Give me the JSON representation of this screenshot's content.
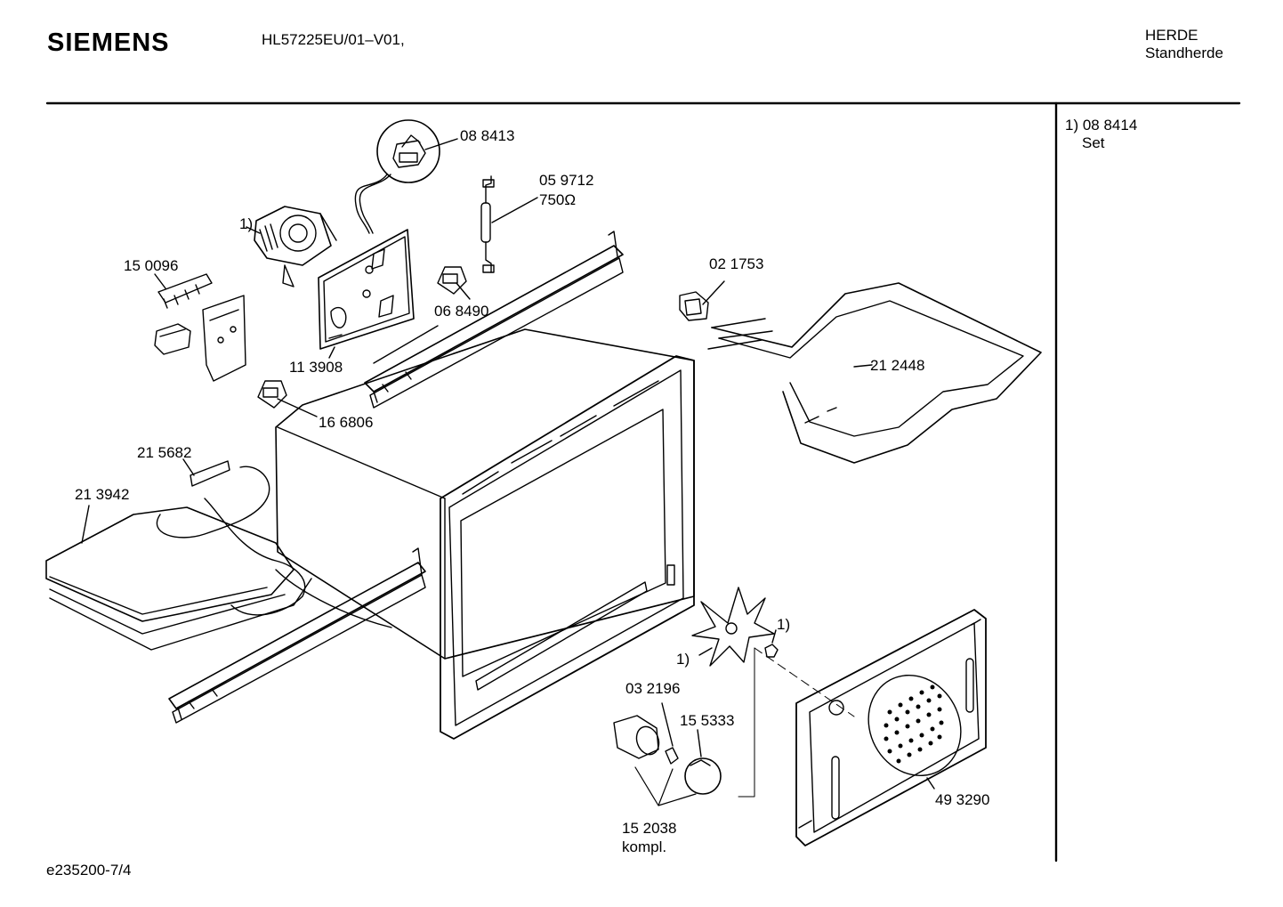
{
  "header": {
    "brand": "SIEMENS",
    "model": "HL57225EU/01–V01,",
    "category": "HERDE",
    "subcategory": "Standherde"
  },
  "sidebar_note": {
    "line1": "1) 08 8414",
    "line2": "Set"
  },
  "parts": {
    "p088413": "08 8413",
    "p059712": "05 9712",
    "p750": "750Ω",
    "fn1_motor": "1)",
    "p150096": "15 0096",
    "p068490": "06 8490",
    "p021753": "02 1753",
    "p113908": "11 3908",
    "p212448": "21 2448",
    "p166806": "16 6806",
    "p215682": "21 5682",
    "p213942": "21 3942",
    "fn1_nut": "1)",
    "fn1_fan": "1)",
    "p032196": "03 2196",
    "p155333": "15 5333",
    "p493290": "49 3290",
    "p152038": "15 2038",
    "kompl": "kompl."
  },
  "footer": {
    "code": "e235200-7/4"
  }
}
